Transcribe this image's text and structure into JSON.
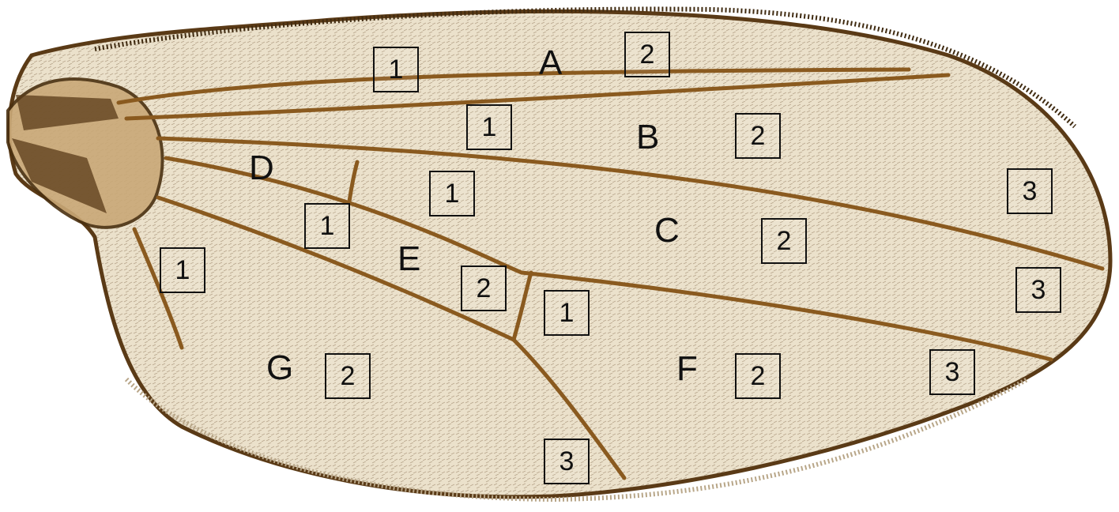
{
  "figure": {
    "region_labels": {
      "A": "A",
      "B": "B",
      "C": "C",
      "D": "D",
      "E": "E",
      "F": "F",
      "G": "G"
    },
    "boxes": {
      "a1": "1",
      "a2": "2",
      "b1": "1",
      "b2": "2",
      "c1": "1",
      "c2": "2",
      "c3": "3",
      "d1": "1",
      "e2": "2",
      "f1": "1",
      "f2": "2",
      "f3": "3",
      "g1": "1",
      "g2": "2",
      "g3": "3",
      "r3": "3"
    },
    "colors": {
      "membrane": "#e8ddc6",
      "vein": "#8a5a1f",
      "margin": "#5a3a16",
      "label": "#111111"
    }
  }
}
